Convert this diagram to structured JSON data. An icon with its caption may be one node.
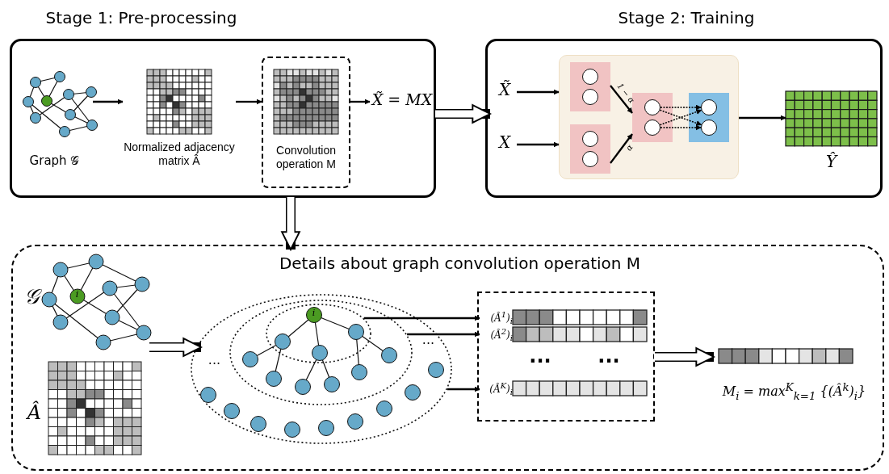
{
  "diagram": {
    "nodes": [
      {
        "text": [
          "Stage 1: Pre-processing"
        ]
      },
      {
        "text": [
          "Graph 𝒢"
        ],
        "in": 0
      },
      {
        "text": [
          "Normalized adjacency matrix Â"
        ],
        "in": 0
      },
      {
        "text": [
          "Convolution operation M"
        ],
        "in": 0
      },
      {
        "text": [
          "X̃ = MX"
        ],
        "in": 0
      },
      {
        "text": [
          "Stage 2: Training"
        ]
      },
      {
        "text": [
          "X̃"
        ],
        "in": 5
      },
      {
        "text": [
          "X"
        ],
        "in": 5
      },
      {
        "text": [],
        "shape": "box",
        "in": 5
      },
      {
        "text": [],
        "shape": "box",
        "in": 8
      },
      {
        "text": [],
        "shape": "box",
        "in": 8
      },
      {
        "text": [],
        "shape": "box",
        "in": 8
      },
      {
        "text": [],
        "shape": "box",
        "in": 8
      },
      {
        "text": [],
        "shape": "circle",
        "in": 9
      },
      {
        "text": [],
        "shape": "circle",
        "in": 9
      },
      {
        "text": [],
        "shape": "circle",
        "in": 10
      },
      {
        "text": [],
        "shape": "circle",
        "in": 10
      },
      {
        "text": [],
        "shape": "circle",
        "in": 11
      },
      {
        "text": [],
        "shape": "circle",
        "in": 11
      },
      {
        "text": [],
        "shape": "circle",
        "in": 12
      },
      {
        "text": [],
        "shape": "circle",
        "in": 12
      },
      {
        "text": [
          "Ŷ"
        ],
        "in": 5
      },
      {
        "text": [
          "Details about graph convolution operation M"
        ]
      },
      {
        "text": [
          "𝒢",
          "i"
        ],
        "in": 22
      },
      {
        "text": [
          "Â"
        ],
        "in": 22
      },
      {
        "text": [
          "...",
          "..."
        ],
        "in": 22
      },
      {
        "text": [],
        "shape": "ellipse",
        "in": 25
      },
      {
        "text": [
          "i"
        ],
        "in": 26
      },
      {
        "text": [
          "...",
          "..."
        ],
        "in": 22
      },
      {
        "text": [
          "(Â$^{1}$)$_{i}$"
        ],
        "in": 28
      },
      {
        "text": [
          "(Â$^{2}$)$_{i}$"
        ],
        "in": 28
      },
      {
        "text": [
          "(Â$^{K}$)$_{i}$"
        ],
        "in": 28
      },
      {
        "text": [
          "M$_{i}$ = max$^{K}$$_{k=1}$ {(Â$^{k}$)$_{i}$}"
        ],
        "in": 22
      }
    ],
    "edges": [
      {
        "from": 1,
        "to": 2,
        "arrow": "to"
      },
      {
        "from": 2,
        "to": 3,
        "arrow": "to"
      },
      {
        "from": 3,
        "to": 4,
        "arrow": "to"
      },
      {
        "from": 0,
        "to": 5,
        "arrow": "to",
        "style": "thick"
      },
      {
        "from": 6,
        "to": 8,
        "arrow": "to"
      },
      {
        "from": 7,
        "to": 8,
        "arrow": "to"
      },
      {
        "from": 9,
        "to": 11,
        "arrow": "to",
        "label": "1 − α"
      },
      {
        "from": 10,
        "to": 11,
        "arrow": "to",
        "label": "α"
      },
      {
        "from": 17,
        "to": 19,
        "arrow": "to",
        "style": "dashed"
      },
      {
        "from": 17,
        "to": 20,
        "arrow": "to",
        "style": "dashed"
      },
      {
        "from": 18,
        "to": 19,
        "arrow": "to",
        "style": "dashed"
      },
      {
        "from": 18,
        "to": 20,
        "arrow": "to",
        "style": "dashed"
      },
      {
        "from": 8,
        "to": 21,
        "arrow": "to"
      },
      {
        "from": 0,
        "to": 22,
        "arrow": "to",
        "style": "thick"
      },
      {
        "from": 23,
        "to": 25,
        "arrow": "to",
        "style": "thick"
      },
      {
        "from": 27,
        "to": 29,
        "arrow": "to"
      },
      {
        "from": 26,
        "to": 30,
        "arrow": "to"
      },
      {
        "from": 25,
        "to": 31,
        "arrow": "to"
      },
      {
        "from": 28,
        "to": 32,
        "arrow": "to",
        "style": "thick"
      }
    ]
  }
}
